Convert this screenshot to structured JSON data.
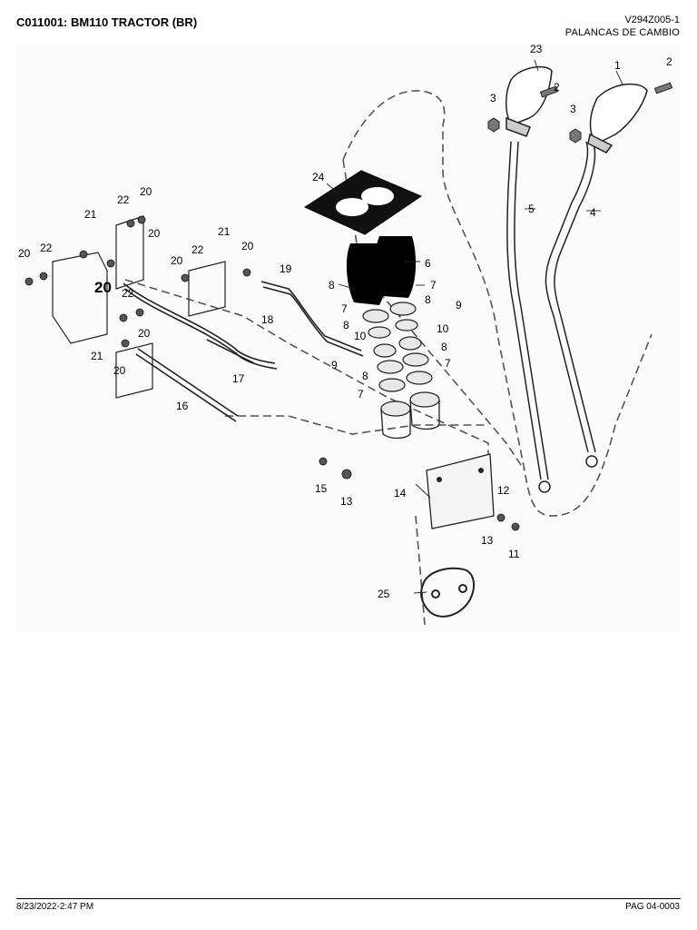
{
  "header": {
    "title": "C011001: BM110 TRACTOR (BR)",
    "code": "V294Z005-1",
    "name": "PALANCAS DE CAMBIO"
  },
  "diagram": {
    "callouts": [
      {
        "id": "c1",
        "text": "1"
      },
      {
        "id": "c2a",
        "text": "2"
      },
      {
        "id": "c2b",
        "text": "2"
      },
      {
        "id": "c3a",
        "text": "3"
      },
      {
        "id": "c3b",
        "text": "3"
      },
      {
        "id": "c4",
        "text": "4"
      },
      {
        "id": "c5",
        "text": "5"
      },
      {
        "id": "c6",
        "text": "6"
      },
      {
        "id": "c7a",
        "text": "7"
      },
      {
        "id": "c7b",
        "text": "7"
      },
      {
        "id": "c7c",
        "text": "7"
      },
      {
        "id": "c7d",
        "text": "7"
      },
      {
        "id": "c8a",
        "text": "8"
      },
      {
        "id": "c8b",
        "text": "8"
      },
      {
        "id": "c8c",
        "text": "8"
      },
      {
        "id": "c8d",
        "text": "8"
      },
      {
        "id": "c8e",
        "text": "8"
      },
      {
        "id": "c9a",
        "text": "9"
      },
      {
        "id": "c9b",
        "text": "9"
      },
      {
        "id": "c10a",
        "text": "10"
      },
      {
        "id": "c10b",
        "text": "10"
      },
      {
        "id": "c11",
        "text": "11"
      },
      {
        "id": "c12",
        "text": "12"
      },
      {
        "id": "c13a",
        "text": "13"
      },
      {
        "id": "c13b",
        "text": "13"
      },
      {
        "id": "c14",
        "text": "14"
      },
      {
        "id": "c15",
        "text": "15"
      },
      {
        "id": "c16",
        "text": "16"
      },
      {
        "id": "c17",
        "text": "17"
      },
      {
        "id": "c18",
        "text": "18"
      },
      {
        "id": "c19",
        "text": "19"
      },
      {
        "id": "c20a",
        "text": "20"
      },
      {
        "id": "c20b",
        "text": "20"
      },
      {
        "id": "c20c",
        "text": "20"
      },
      {
        "id": "c20d",
        "text": "20"
      },
      {
        "id": "c20e",
        "text": "20"
      },
      {
        "id": "c20f",
        "text": "20"
      },
      {
        "id": "c20g",
        "text": "20"
      },
      {
        "id": "c20h",
        "text": "20"
      },
      {
        "id": "c21a",
        "text": "21"
      },
      {
        "id": "c21b",
        "text": "21"
      },
      {
        "id": "c21c",
        "text": "21"
      },
      {
        "id": "c22a",
        "text": "22"
      },
      {
        "id": "c22b",
        "text": "22"
      },
      {
        "id": "c22c",
        "text": "22"
      },
      {
        "id": "c22d",
        "text": "22"
      },
      {
        "id": "c23",
        "text": "23"
      },
      {
        "id": "c24",
        "text": "24"
      },
      {
        "id": "c25",
        "text": "25"
      }
    ]
  },
  "footer": {
    "date": "8/23/2022-2:47 PM",
    "page": "PAG 04-0003"
  }
}
